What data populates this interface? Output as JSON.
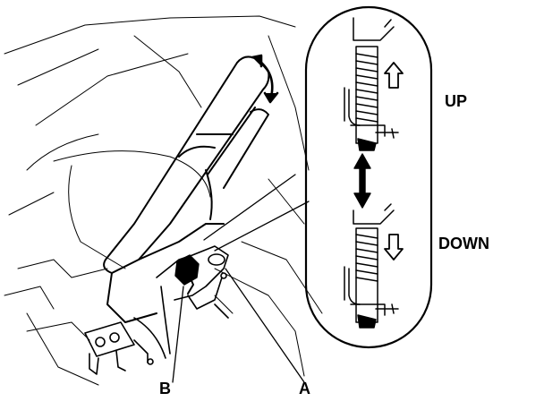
{
  "labels": {
    "up": "UP",
    "down": "DOWN",
    "a": "A",
    "b": "B"
  },
  "colors": {
    "line": "#000000",
    "background": "#ffffff"
  },
  "icons": [
    "parking-brake-lever",
    "adjuster-nut",
    "threaded-rod",
    "arrow-up",
    "arrow-down",
    "double-arrow"
  ]
}
